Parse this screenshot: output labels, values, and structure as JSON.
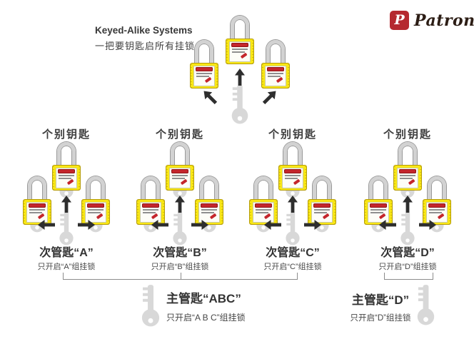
{
  "header": {
    "title_en": "Keyed-Alike Systems",
    "subtitle_zh": "一把要钥匙启所有挂锁"
  },
  "brand": {
    "name": "Patron",
    "monogram": "P"
  },
  "groups": [
    {
      "individual_label": "个别钥匙",
      "submaster_label": "次管匙“A”",
      "note": "只开启“A”组挂锁"
    },
    {
      "individual_label": "个别钥匙",
      "submaster_label": "次管匙“B”",
      "note": "只开启“B”组挂锁"
    },
    {
      "individual_label": "个别钥匙",
      "submaster_label": "次管匙“C”",
      "note": "只开启“C”组挂锁"
    },
    {
      "individual_label": "个别钥匙",
      "submaster_label": "次管匙“D”",
      "note": "只开启“D”组挂锁"
    }
  ],
  "masters": [
    {
      "label": "主管匙“ABC”",
      "note": "只开启“A B C”组挂锁"
    },
    {
      "label": "主管匙“D”",
      "note": "只开启“D”组挂锁"
    }
  ],
  "colors": {
    "padlock_yellow": "#f9e715",
    "danger_red": "#c4262c",
    "key_gray": "#d8d8d8",
    "arrow_dark": "#2e2e2e",
    "logo_red": "#b5292f",
    "text_dark": "#3a3a3a"
  }
}
